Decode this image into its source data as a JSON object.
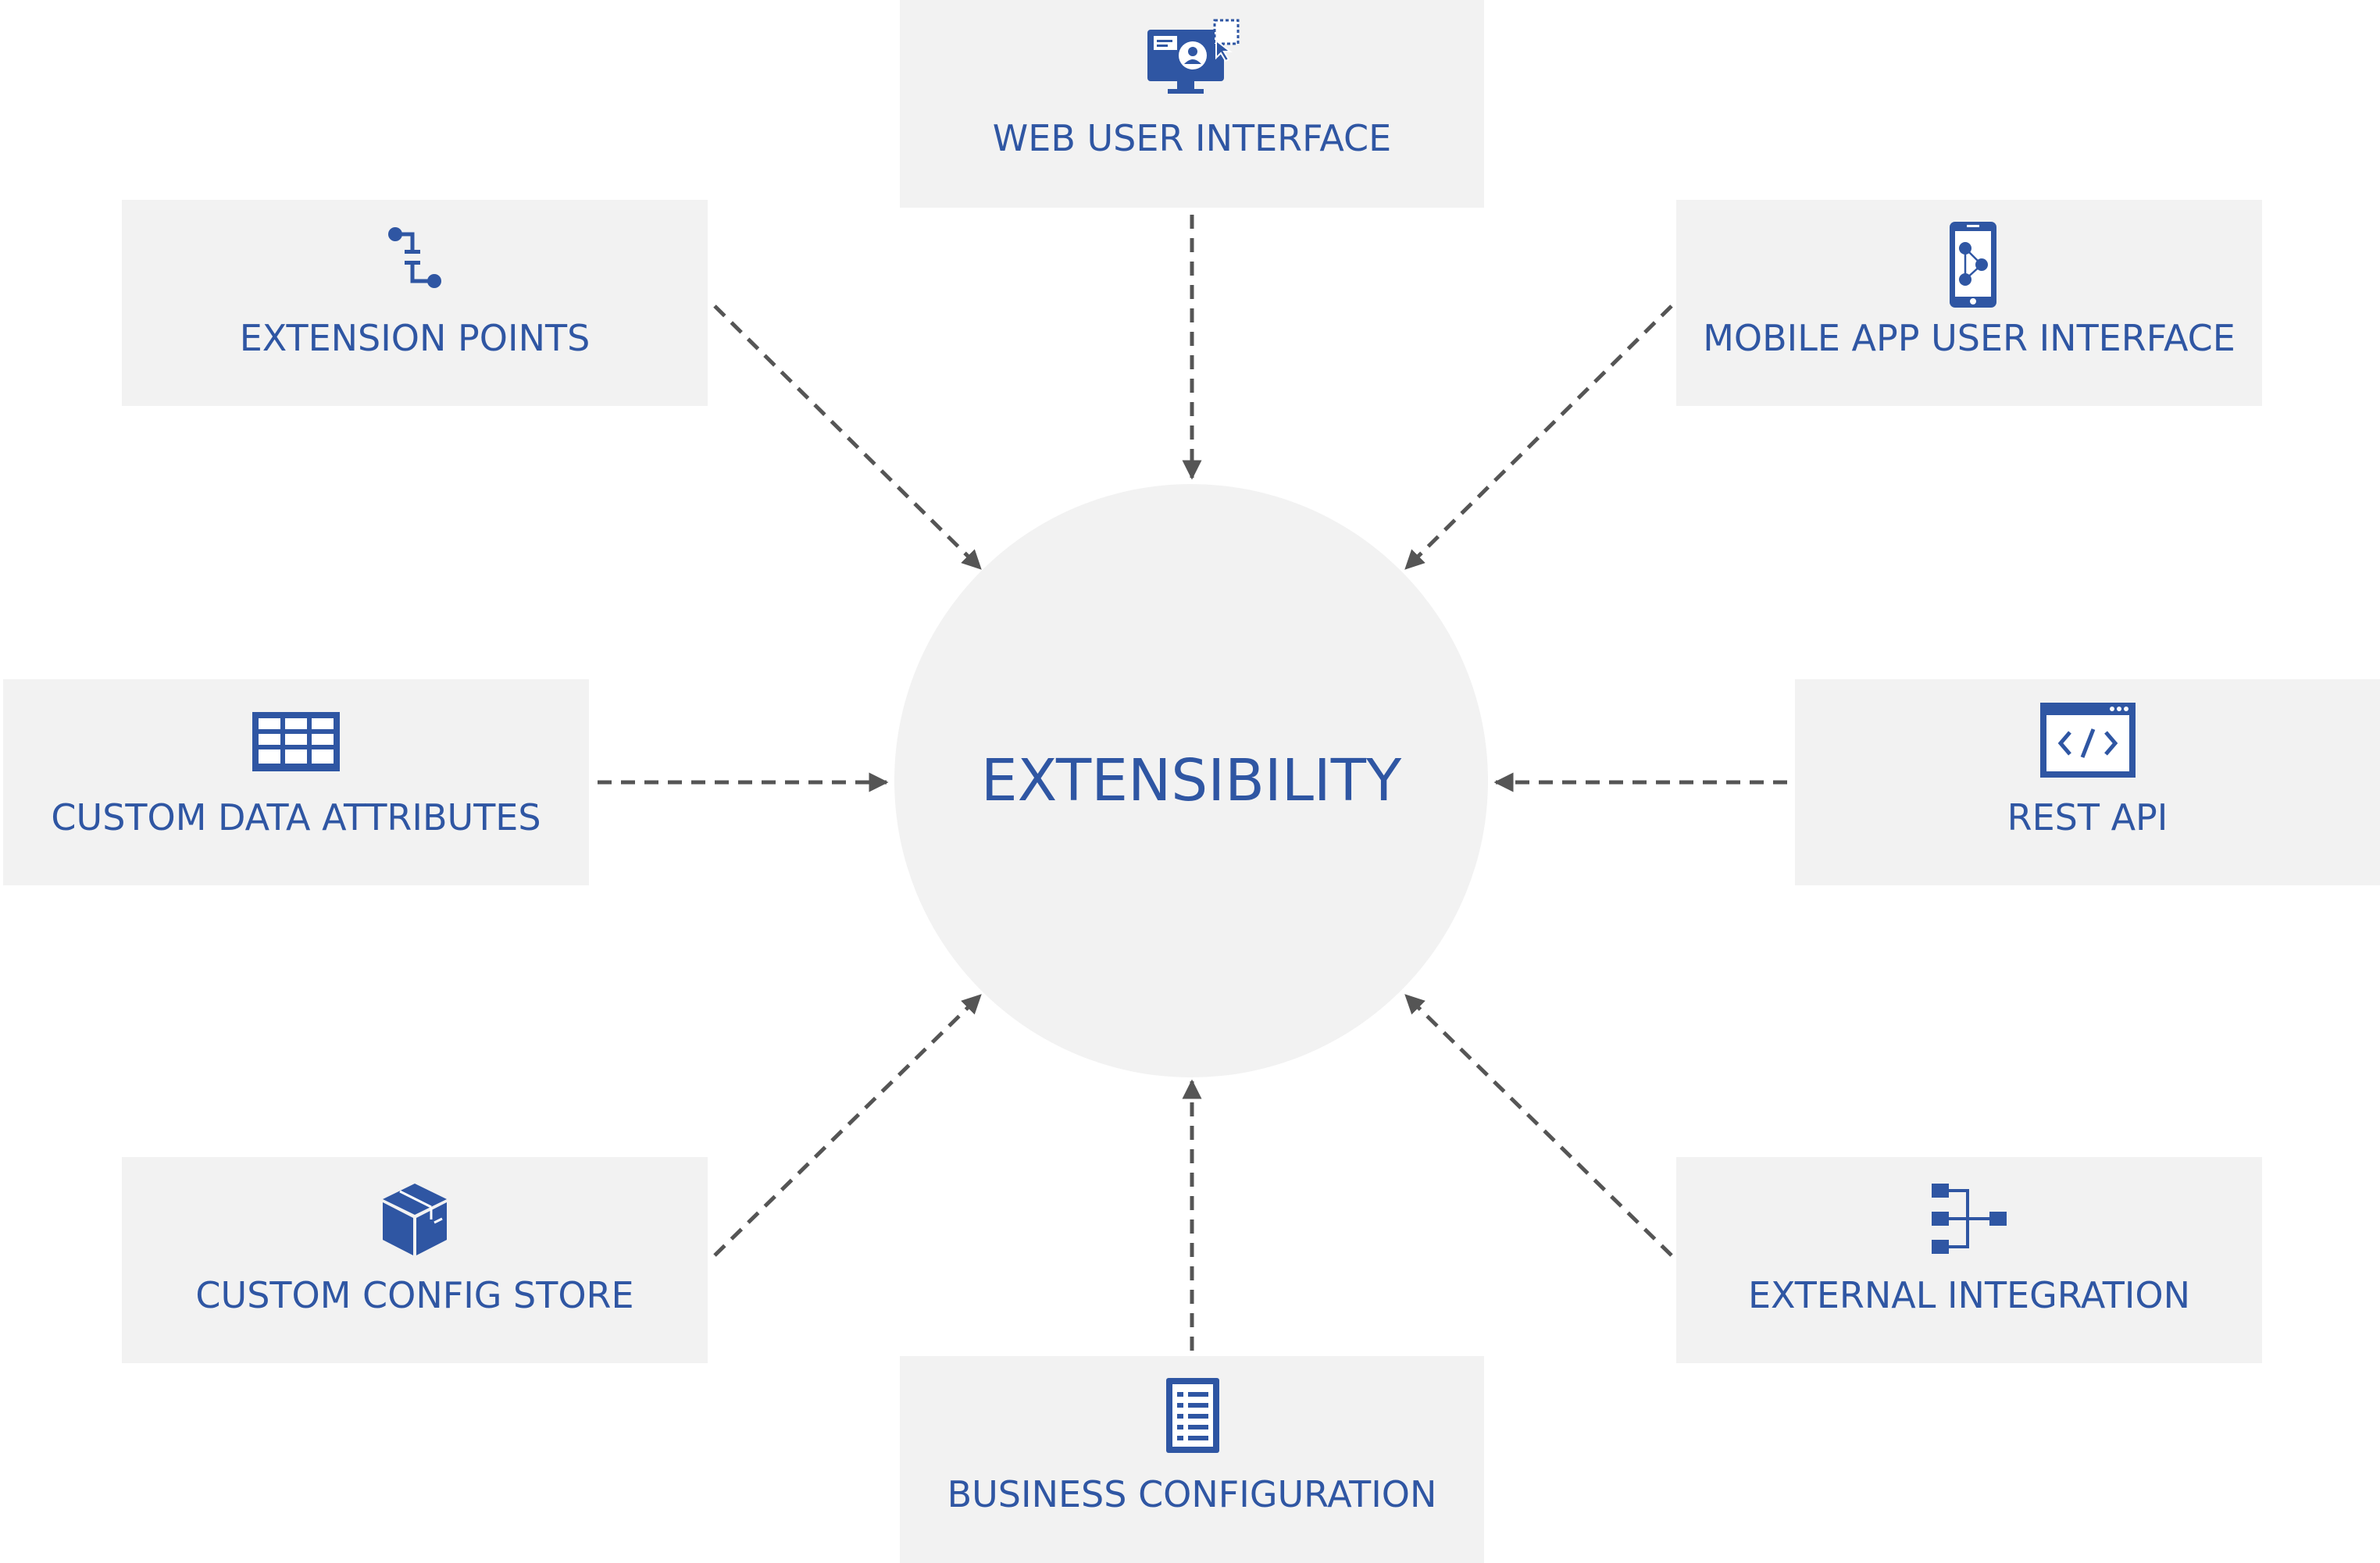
{
  "hub": {
    "label": "EXTENSIBILITY"
  },
  "colors": {
    "accent": "#2f56a3",
    "box_fill": "#f2f2f2",
    "arrow": "#555555"
  },
  "nodes": {
    "web_ui": {
      "label": "WEB USER INTERFACE",
      "icon": "monitor-user-icon"
    },
    "extension_points": {
      "label": "EXTENSION POINTS",
      "icon": "connector-icon"
    },
    "mobile_ui": {
      "label": "MOBILE APP USER INTERFACE",
      "icon": "mobile-users-icon"
    },
    "custom_data": {
      "label": "CUSTOM DATA ATTRIBUTES",
      "icon": "table-grid-icon"
    },
    "rest_api": {
      "label": "REST API",
      "icon": "code-window-icon"
    },
    "config_store": {
      "label": "CUSTOM CONFIG STORE",
      "icon": "package-box-icon"
    },
    "external_integration": {
      "label": "EXTERNAL INTEGRATION",
      "icon": "hierarchy-icon"
    },
    "business_config": {
      "label": "BUSINESS CONFIGURATION",
      "icon": "checklist-icon"
    }
  }
}
